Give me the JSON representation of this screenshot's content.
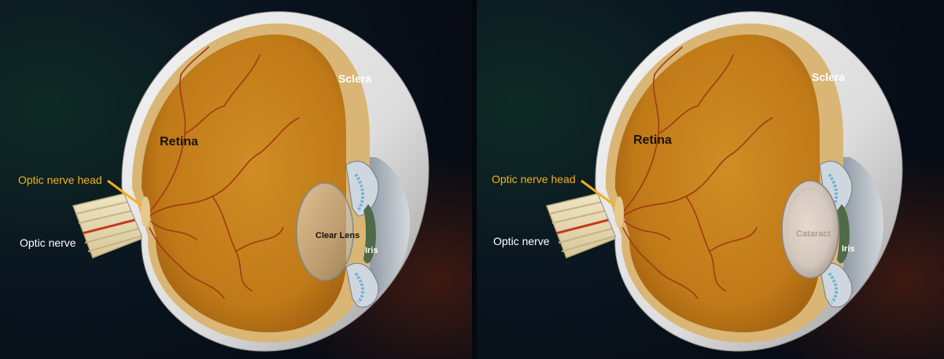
{
  "panels": [
    {
      "id": "normal",
      "labels": {
        "sclera": "Sclera",
        "retina": "Retina",
        "optic_nerve_head": "Optic nerve head",
        "optic_nerve": "Optic nerve",
        "lens": "Clear Lens",
        "iris": "Iris"
      }
    },
    {
      "id": "cataract",
      "labels": {
        "sclera": "Sclera",
        "retina": "Retina",
        "optic_nerve_head": "Optic nerve head",
        "optic_nerve": "Optic nerve",
        "lens": "Cataract",
        "iris": "Iris"
      }
    }
  ],
  "colors": {
    "background": "#07101a",
    "sclera": "#e9e9e9",
    "retina_inner": "#c9861f",
    "retina_edge": "#a45f10",
    "choroid": "#d9b675",
    "vessels": "#a33a12",
    "optic_nerve_head_label": "#f2b01e",
    "label_white": "#ffffff",
    "label_dark": "#1a1108"
  }
}
